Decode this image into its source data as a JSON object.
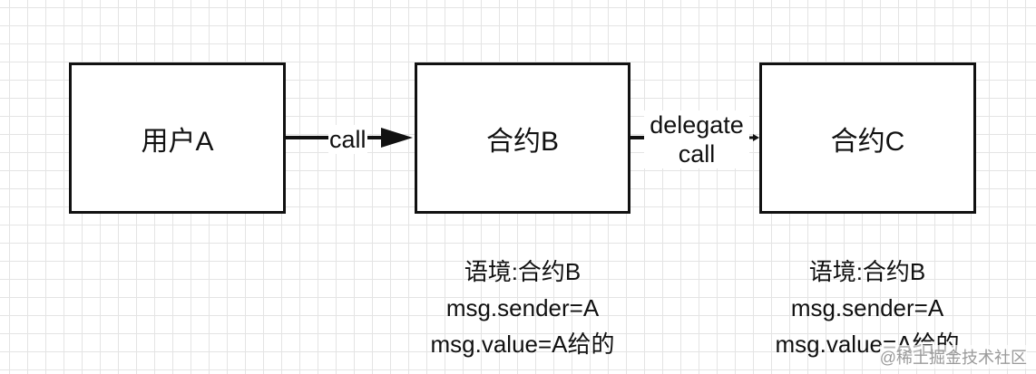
{
  "nodes": {
    "user_a": "用户A",
    "contract_b": "合约B",
    "contract_c": "合约C"
  },
  "edges": {
    "a_to_b": "call",
    "b_to_c_line1": "delegate",
    "b_to_c_line2": "call"
  },
  "context_b": {
    "line1": "语境:合约B",
    "line2": "msg.sender=A",
    "line3": "msg.value=A给的"
  },
  "context_c": {
    "line1": "语境:合约B",
    "line2": "msg.sender=A",
    "line3": "msg.value=A给的"
  },
  "watermark": "@稀土掘金技术社区"
}
